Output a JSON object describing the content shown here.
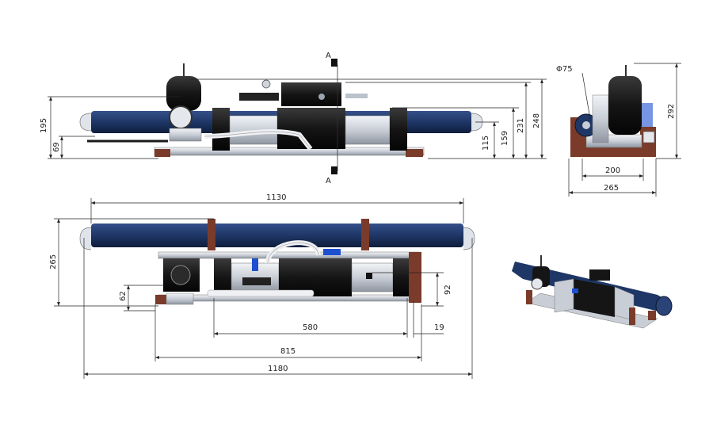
{
  "section_marker": "A",
  "diameter_label": "Φ75",
  "front_view": {
    "dim_195": "195",
    "dim_69": "69",
    "dim_115": "115",
    "dim_159": "159",
    "dim_231": "231",
    "dim_248": "248"
  },
  "side_view": {
    "dim_292": "292",
    "dim_200": "200",
    "dim_265": "265"
  },
  "top_view": {
    "dim_1130": "1130",
    "dim_265": "265",
    "dim_62": "62",
    "dim_92": "92",
    "dim_580": "580",
    "dim_19": "19",
    "dim_815": "815",
    "dim_1180": "1180"
  },
  "colors": {
    "membrane_blue": "#1f3766",
    "frame_brown": "#7a3b2a",
    "block_black": "#151515",
    "steel": "#c9ced6",
    "accent_blue": "#1e4fd0"
  }
}
